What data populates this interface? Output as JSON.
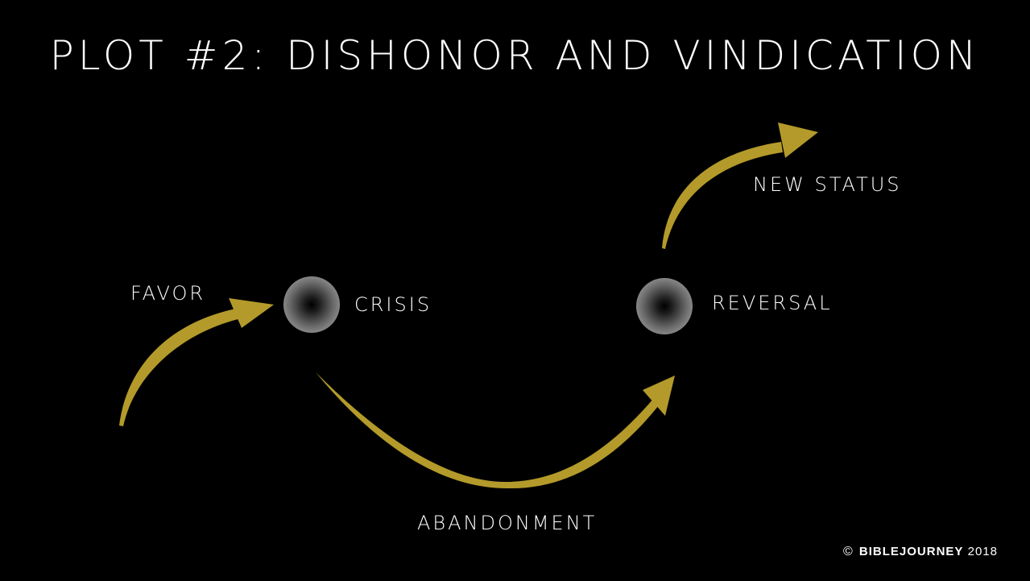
{
  "title": "PLOT #2: DISHONOR AND VINDICATION",
  "labels": {
    "favor": "FAVOR",
    "crisis": "CRISIS",
    "abandonment": "ABANDONMENT",
    "reversal": "REVERSAL",
    "new_status": "NEW STATUS"
  },
  "copyright": {
    "symbol": "©",
    "brand": "BIBLEJOURNEY",
    "year": "2018"
  },
  "colors": {
    "background": "#000000",
    "text": "#ffffff",
    "arrow": "#b39a2a"
  },
  "icons": {
    "arrow": "curved-arrow-icon",
    "node": "gradient-circle-node"
  }
}
